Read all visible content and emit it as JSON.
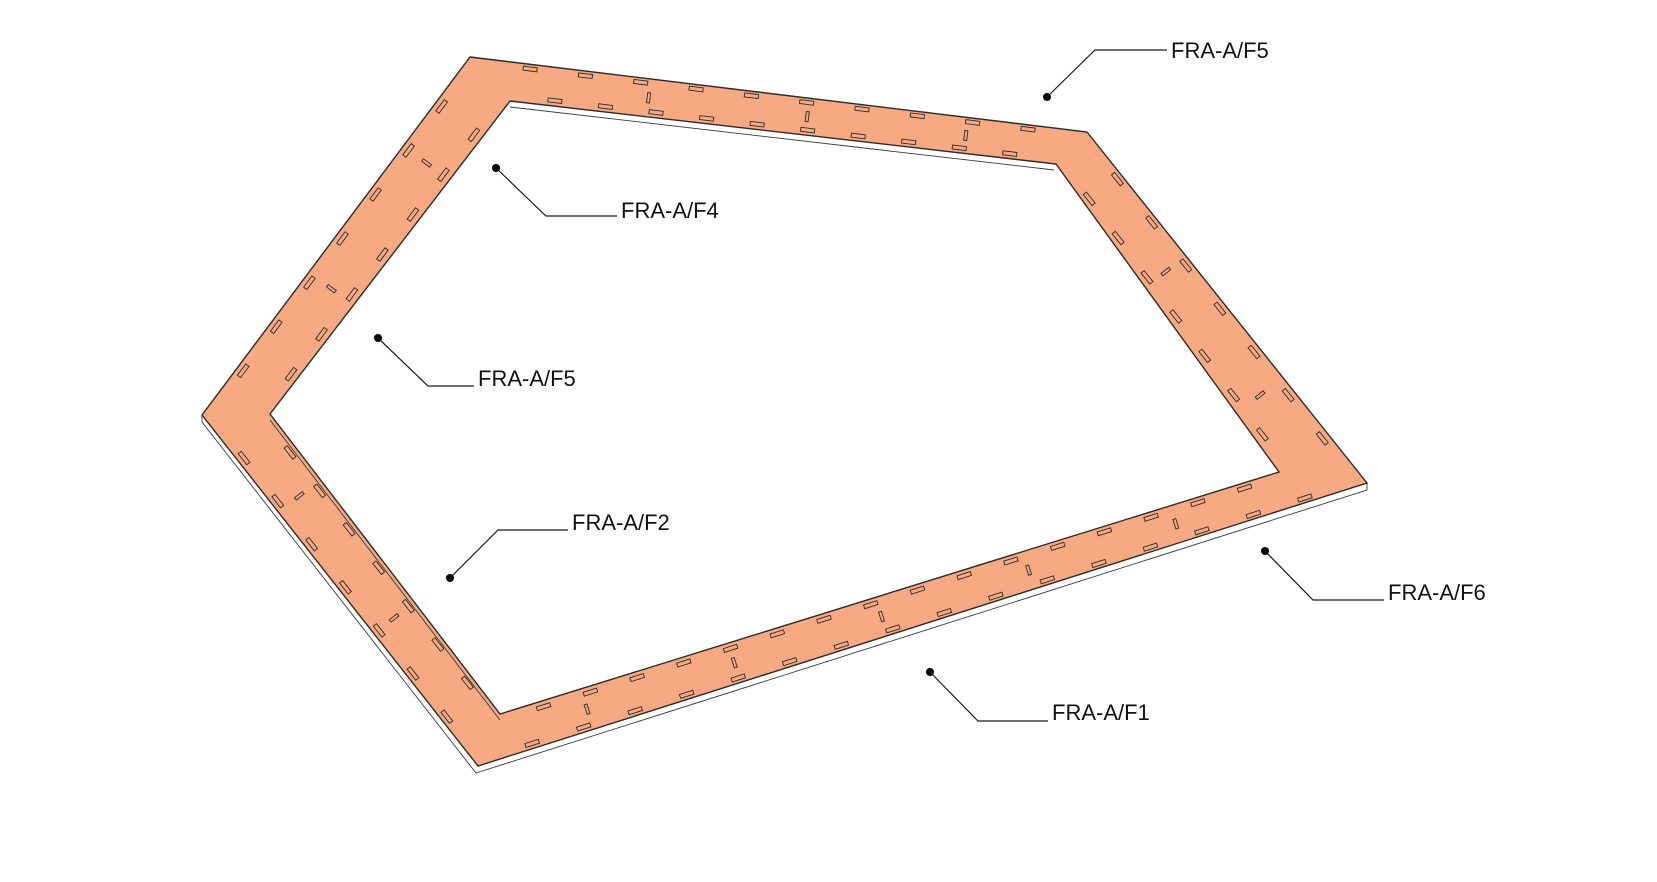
{
  "diagram": {
    "frame_color": "#F7A981",
    "line_color": "#2b2b2b",
    "labels": [
      {
        "id": "top-right",
        "text": "FRA-A/F5"
      },
      {
        "id": "inner-top-left",
        "text": "FRA-A/F4"
      },
      {
        "id": "inner-left",
        "text": "FRA-A/F5"
      },
      {
        "id": "inner-bottom-left",
        "text": "FRA-A/F2"
      },
      {
        "id": "right",
        "text": "FRA-A/F6"
      },
      {
        "id": "bottom",
        "text": "FRA-A/F1"
      }
    ]
  }
}
